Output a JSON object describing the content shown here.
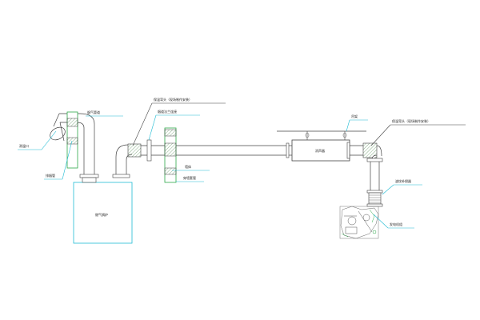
{
  "labels": {
    "thermometer_left": "测温口",
    "flue_left": "烟气管道",
    "exhaust_pipe": "排烟管",
    "boiler": "燃气锅炉",
    "wall_left": "墙体",
    "sleeve_left": "穿墙套管",
    "flange_note": "烟道法兰连接",
    "elbow_note_left": "保温弯头（现场制作安装）",
    "elbow_note_right": "保温弯头（现场制作安装）",
    "silencer": "消声器",
    "hanger": "吊架",
    "bellows": "波纹补偿器",
    "generator": "发电机组"
  },
  "colors": {
    "line": "#444444",
    "accent": "#22bcd4",
    "hatch": "#3a7a3a",
    "insulation": "#2ea84a"
  }
}
